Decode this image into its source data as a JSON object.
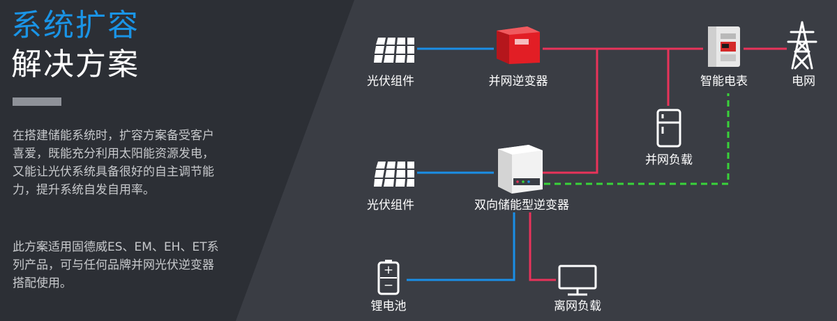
{
  "title": {
    "line1": "系统扩容",
    "line2": "解决方案"
  },
  "description": {
    "paragraph1": "在搭建储能系统时，扩容方案备受客户喜爱，既能充分利用太阳能资源发电，又能让光伏系统具备很好的自主调节能力，提升系统自发自用率。",
    "paragraph2": "此方案适用固德威ES、EM、EH、ET系列产品，可与任何品牌并网光伏逆变器搭配使用。"
  },
  "diagram": {
    "labels": {
      "pv_top": "光伏组件",
      "grid_inverter": "并网逆变器",
      "smart_meter": "智能电表",
      "grid": "电网",
      "grid_load": "并网负载",
      "pv_bottom": "光伏组件",
      "hybrid_inverter": "双向储能型逆变器",
      "battery": "锂电池",
      "offgrid_load": "离网负载"
    },
    "battery_symbols": {
      "plus": "+",
      "minus": "−"
    },
    "colors": {
      "dc_line": "#1a8ee6",
      "ac_line": "#e8335a",
      "comm_line": "#39d33a",
      "grid_inverter_body": "#e21e25",
      "device_white": "#f2f2f2",
      "icon_white": "#ffffff"
    },
    "icons": [
      "solar-panel-icon",
      "inverter-icon",
      "smart-meter-icon",
      "pylon-icon",
      "fridge-icon",
      "battery-icon",
      "monitor-icon"
    ]
  }
}
